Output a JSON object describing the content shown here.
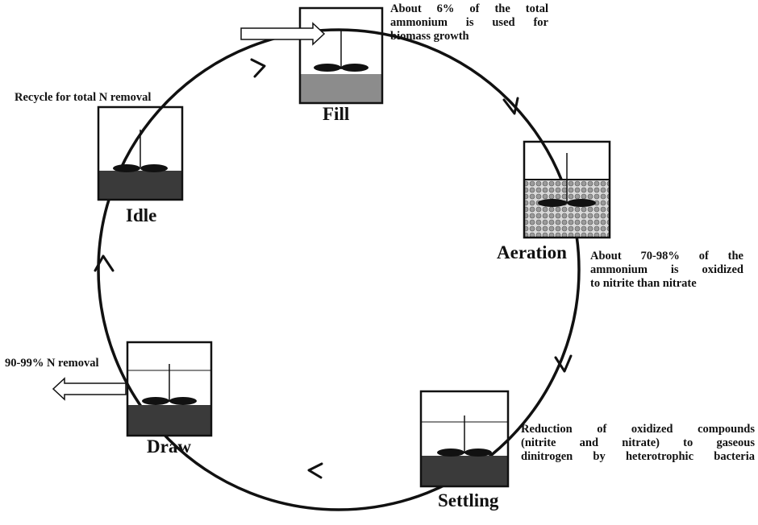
{
  "stages": {
    "fill": "Fill",
    "aeration": "Aeration",
    "settling": "Settling",
    "draw": "Draw",
    "idle": "Idle"
  },
  "notes": {
    "fill": [
      "About 6% of the total",
      "ammonium is used for",
      "biomass growth"
    ],
    "aeration": [
      "About 70-98% of the",
      "ammonium is oxidized",
      "to nitrite than nitrate"
    ],
    "settling": [
      "Reduction of oxidized compounds",
      "(nitrite and nitrate) to gaseous",
      "dinitrogen by heterotrophic bacteria"
    ],
    "draw": "90-99% N removal",
    "idle": "Recycle for total N removal"
  },
  "colors": {
    "line": "#111111",
    "fill_liquid": "#8c8c8c",
    "sludge": "#3a3a3a",
    "aeration_bubbles": "#bdbdbd"
  }
}
